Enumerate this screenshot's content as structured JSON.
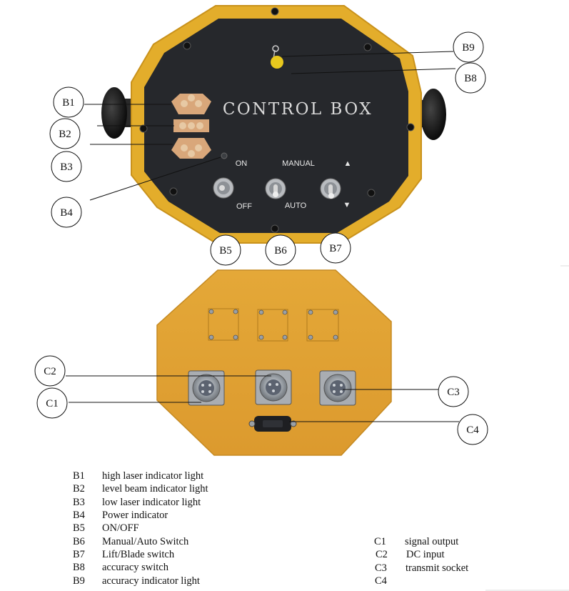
{
  "control_box": {
    "title": "CONTROL BOX",
    "on_label": "ON",
    "off_label": "OFF",
    "manual_label": "MANUAL",
    "auto_label": "AUTO",
    "up_arrow": "▲",
    "down_arrow": "▼"
  },
  "callouts": {
    "b1": "B1",
    "b2": "B2",
    "b3": "B3",
    "b4": "B4",
    "b5": "B5",
    "b6": "B6",
    "b7": "B7",
    "b8": "B8",
    "b9": "B9",
    "c1": "C1",
    "c2": "C2",
    "c3": "C3",
    "c4": "C4"
  },
  "legend_b": [
    {
      "code": "B1",
      "desc": "high laser indicator light"
    },
    {
      "code": "B2",
      "desc": "level beam indicator light"
    },
    {
      "code": "B3",
      "desc": "low laser indicator light"
    },
    {
      "code": "B4",
      "desc": "Power indicator"
    },
    {
      "code": "B5",
      "desc": "ON/OFF"
    },
    {
      "code": "B6",
      "desc": "Manual/Auto Switch"
    },
    {
      "code": "B7",
      "desc": "Lift/Blade switch"
    },
    {
      "code": "B8",
      "desc": "accuracy switch"
    },
    {
      "code": "B9",
      "desc": "accuracy indicator light"
    }
  ],
  "legend_c": [
    {
      "code": "C1",
      "desc": "signal output"
    },
    {
      "code": "C2",
      "desc": "DC input"
    },
    {
      "code": "C3",
      "desc": "transmit socket"
    },
    {
      "code": "C4",
      "desc": ""
    }
  ],
  "colors": {
    "housing_yellow": "#e3ad2b",
    "panel_dark": "#26282c",
    "back_orange": "#e2a236",
    "knob_black": "#1a1a1a",
    "indicator_yellow": "#e8c81e"
  }
}
